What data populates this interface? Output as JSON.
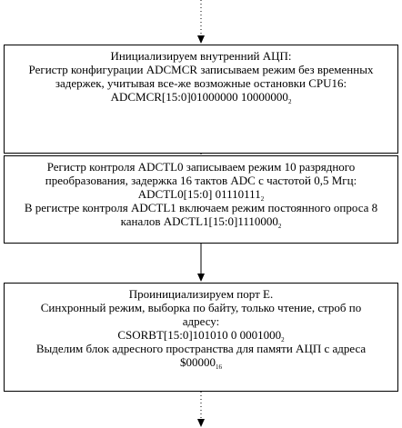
{
  "blocks": [
    {
      "lines": [
        {
          "text": "Инициализируем внутренний АЦП:"
        },
        {
          "text": "Регистр конфигурации ADCMCR записываем режим без временных"
        },
        {
          "text": "задержек, учитывая все-же возможные остановки CPU16:"
        },
        {
          "text": "ADCMCR[15:0]01000000 10000000",
          "sub": "2"
        }
      ]
    },
    {
      "lines": [
        {
          "text": "Регистр контроля ADCTL0 записываем режим 10 разрядного"
        },
        {
          "text": "преобразования, задержка 16 тактов ADC с частотой 0,5 Мгц:"
        },
        {
          "text": "ADCTL0[15:0] 01110111",
          "sub": "2"
        },
        {
          "text": "В регистре контроля ADCTL1 включаем режим постоянного опроса 8"
        },
        {
          "text": "каналов  ADCTL1[15:0]1110000",
          "sub": "2"
        }
      ]
    },
    {
      "lines": [
        {
          "text": "Проинициализируем порт E."
        },
        {
          "text": "Синхронный режим, выборка по байту, только чтение, строб по"
        },
        {
          "text": "адресу:"
        },
        {
          "text": "CSORBT[15:0]101010 0 0001000",
          "sub": "2"
        },
        {
          "text": "Выделим блок адресного пространства для памяти АЦП с адреса"
        },
        {
          "text": "$00000",
          "sub": "16"
        }
      ]
    }
  ]
}
